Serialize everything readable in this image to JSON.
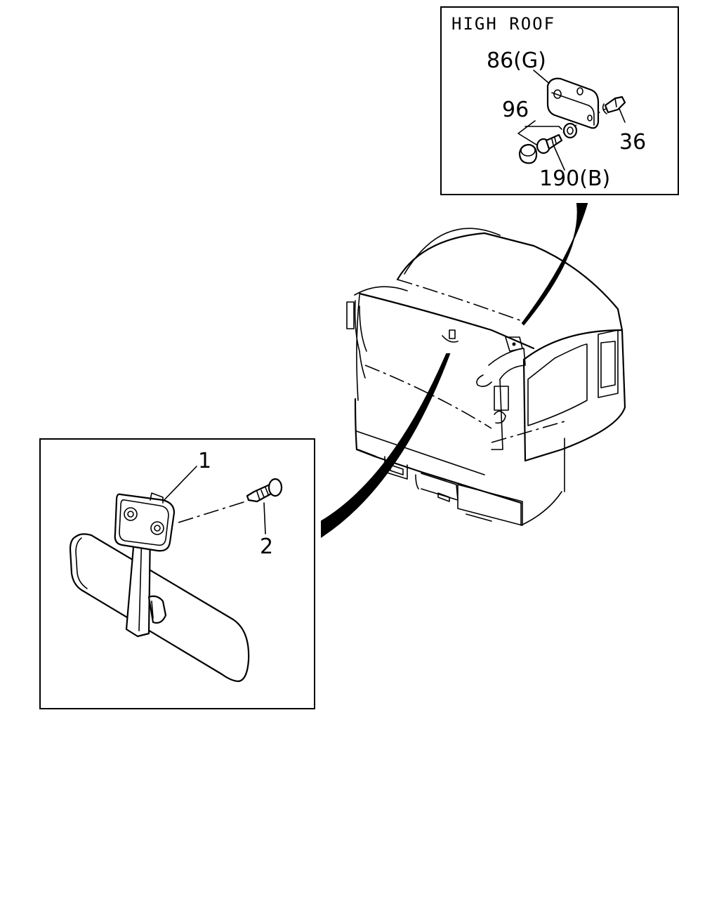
{
  "inset_high_roof": {
    "title": "HIGH ROOF",
    "callouts": [
      "86(G)",
      "96",
      "36",
      "190(B)"
    ]
  },
  "inset_mirror": {
    "callouts": [
      "1",
      "2"
    ]
  }
}
